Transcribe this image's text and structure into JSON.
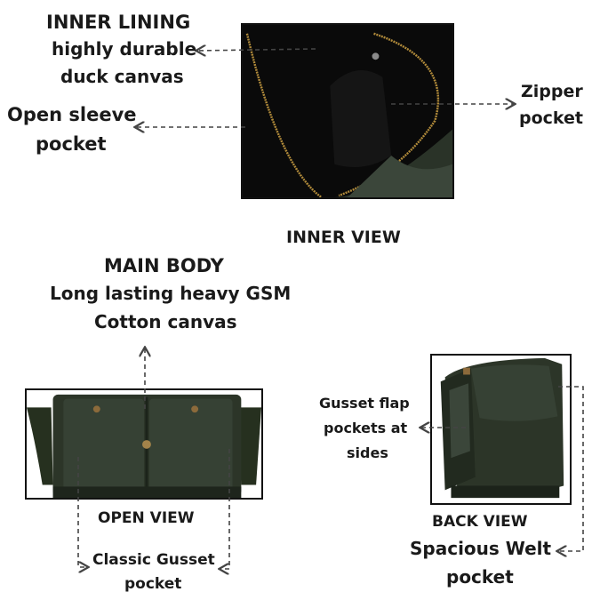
{
  "labels": {
    "inner_lining_title": "INNER LINING",
    "inner_lining_line1": "highly durable",
    "inner_lining_line2": "duck canvas",
    "open_sleeve_line1": "Open sleeve",
    "open_sleeve_line2": "pocket",
    "zipper_line1": "Zipper",
    "zipper_line2": "pocket",
    "inner_view": "INNER VIEW",
    "main_body_title": "MAIN BODY",
    "main_body_line1": "Long lasting heavy GSM",
    "main_body_line2": "Cotton canvas",
    "gusset_flap_line1": "Gusset flap",
    "gusset_flap_line2": "pockets at",
    "gusset_flap_line3": "sides",
    "open_view": "OPEN VIEW",
    "back_view": "BACK VIEW",
    "classic_gusset_line1": "Classic Gusset",
    "classic_gusset_line2": "pocket",
    "welt_line1": "Spacious Welt",
    "welt_line2": "pocket"
  },
  "colors": {
    "canvas_dark": "#1f2a1f",
    "canvas_mid": "#2f3a2d",
    "lining": "#0b0b0b",
    "zipper": "#b08a3a",
    "arrow": "#444444"
  }
}
